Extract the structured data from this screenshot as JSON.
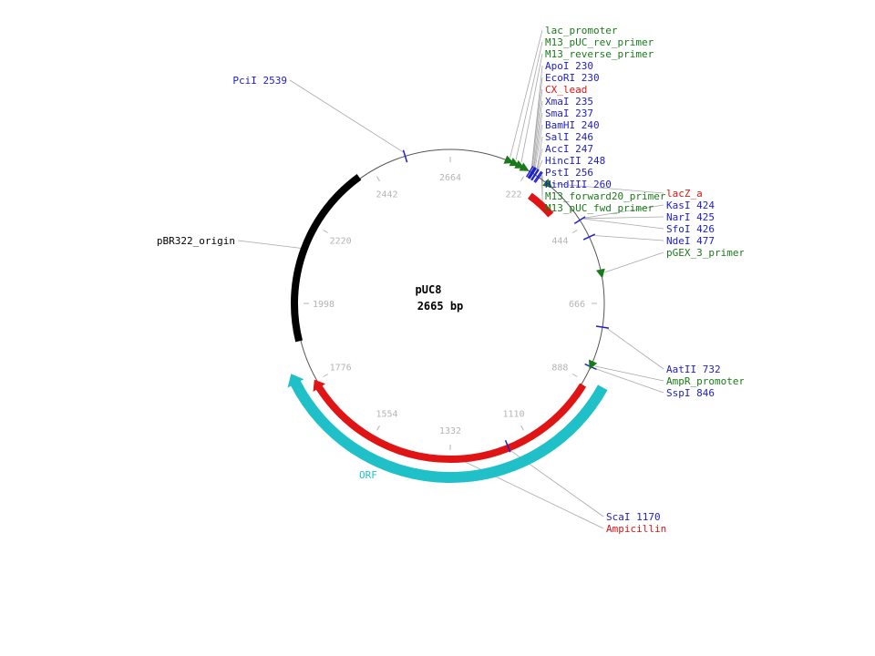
{
  "plasmid": {
    "name": "pUC8",
    "size": "2665 bp",
    "length": 2665
  },
  "colors": {
    "site": "#2020c8",
    "primer": "#1a7a1a",
    "red": "#e01414",
    "black": "#000000",
    "cyan": "#1fc0c8",
    "ticks": "#b4b4b4"
  },
  "tick_labels": [
    "2664",
    "222",
    "444",
    "666",
    "888",
    "1110",
    "1332",
    "1554",
    "1776",
    "1998",
    "2220",
    "2442"
  ],
  "features": [
    {
      "id": "ampicillin",
      "start": 900,
      "end": 1760,
      "color": "#e01414",
      "ring": "outer",
      "arrow": "ccw"
    },
    {
      "id": "orf",
      "label": "ORF",
      "start": 880,
      "end": 1800,
      "color": "#1fc0c8",
      "ring": "outer2",
      "arrow": "ccw"
    },
    {
      "id": "pbr322",
      "start": 1895,
      "end": 2400,
      "color": "#000000",
      "ring": "outer",
      "arrow": "none"
    },
    {
      "id": "lacz",
      "start": 270,
      "end": 360,
      "color": "#e01414",
      "ring": "inner",
      "arrow": "none"
    }
  ],
  "site_positions": [
    230,
    235,
    237,
    240,
    246,
    247,
    248,
    256,
    260,
    424,
    477,
    732,
    846,
    1170,
    2539
  ],
  "primer_positions": [
    165,
    182,
    198,
    213,
    292,
    582,
    840
  ],
  "labels_right_top": [
    {
      "text": "lac_promoter",
      "type": "primer",
      "pos": 165
    },
    {
      "text": "M13_pUC_rev_primer",
      "type": "primer",
      "pos": 182
    },
    {
      "text": "M13_reverse_primer",
      "type": "primer",
      "pos": 198
    },
    {
      "text": "ApoI 230",
      "type": "site",
      "pos": 230
    },
    {
      "text": "EcoRI 230",
      "type": "site",
      "pos": 230
    },
    {
      "text": "CX_lead",
      "type": "red",
      "pos": 232
    },
    {
      "text": "XmaI 235",
      "type": "site",
      "pos": 235
    },
    {
      "text": "SmaI 237",
      "type": "site",
      "pos": 237
    },
    {
      "text": "BamHI 240",
      "type": "site",
      "pos": 240
    },
    {
      "text": "SalI 246",
      "type": "site",
      "pos": 246
    },
    {
      "text": "AccI 247",
      "type": "site",
      "pos": 247
    },
    {
      "text": "HincII 248",
      "type": "site",
      "pos": 248
    },
    {
      "text": "PstI 256",
      "type": "site",
      "pos": 256
    },
    {
      "text": "HindIII 260",
      "type": "site",
      "pos": 260
    },
    {
      "text": "M13_forward20_primer",
      "type": "primer",
      "pos": 262
    },
    {
      "text": "M13_pUC_fwd_primer",
      "type": "primer",
      "pos": 265
    }
  ],
  "labels_right_mid": [
    {
      "text": "lacZ_a",
      "type": "red",
      "pos": 300
    },
    {
      "text": "KasI 424",
      "type": "site",
      "pos": 424
    },
    {
      "text": "NarI 425",
      "type": "site",
      "pos": 425
    },
    {
      "text": "SfoI 426",
      "type": "site",
      "pos": 426
    },
    {
      "text": "NdeI 477",
      "type": "site",
      "pos": 477
    },
    {
      "text": "pGEX_3_primer",
      "type": "primer",
      "pos": 582
    }
  ],
  "labels_right_low": [
    {
      "text": "AatII 732",
      "type": "site",
      "pos": 732
    },
    {
      "text": "AmpR_promoter",
      "type": "primer",
      "pos": 840
    },
    {
      "text": "SspI 846",
      "type": "site",
      "pos": 846
    }
  ],
  "labels_bottom": [
    {
      "text": "ScaI 1170",
      "type": "site",
      "pos": 1170
    },
    {
      "text": "Ampicillin",
      "type": "red",
      "pos": 1300
    }
  ],
  "labels_left": [
    {
      "text": "PciI 2539",
      "type": "site",
      "pos": 2539
    },
    {
      "text": "pBR322_origin",
      "type": "black",
      "pos": 2150
    }
  ]
}
